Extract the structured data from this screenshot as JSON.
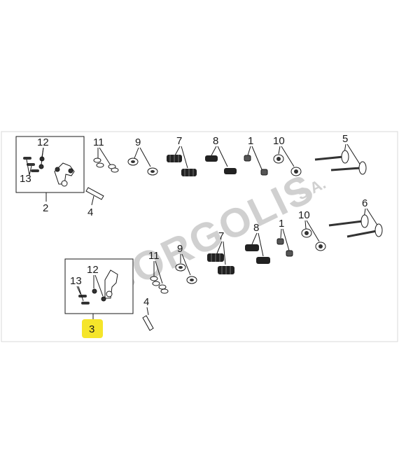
{
  "diagram": {
    "callouts": {
      "n1_top": "1",
      "n1_bottom": "1",
      "n2": "2",
      "n3": "3",
      "n4_top": "4",
      "n4_bottom": "4",
      "n5": "5",
      "n6": "6",
      "n7_top": "7",
      "n7_bottom": "7",
      "n8_top": "8",
      "n8_bottom": "8",
      "n9_top": "9",
      "n9_bottom": "9",
      "n10_top": "10",
      "n10_bottom": "10",
      "n11_top": "11",
      "n11_bottom": "11",
      "n12_top": "12",
      "n12_bottom": "12",
      "n13_top": "13",
      "n13_bottom": "13"
    },
    "watermark": {
      "brand": "GORGOLIS",
      "suffix": "S.A."
    },
    "colors": {
      "highlight": "#f5e52a",
      "line": "#1a1a1a",
      "watermark": "#d0d0d0",
      "frame": "#d8d8d8"
    }
  }
}
